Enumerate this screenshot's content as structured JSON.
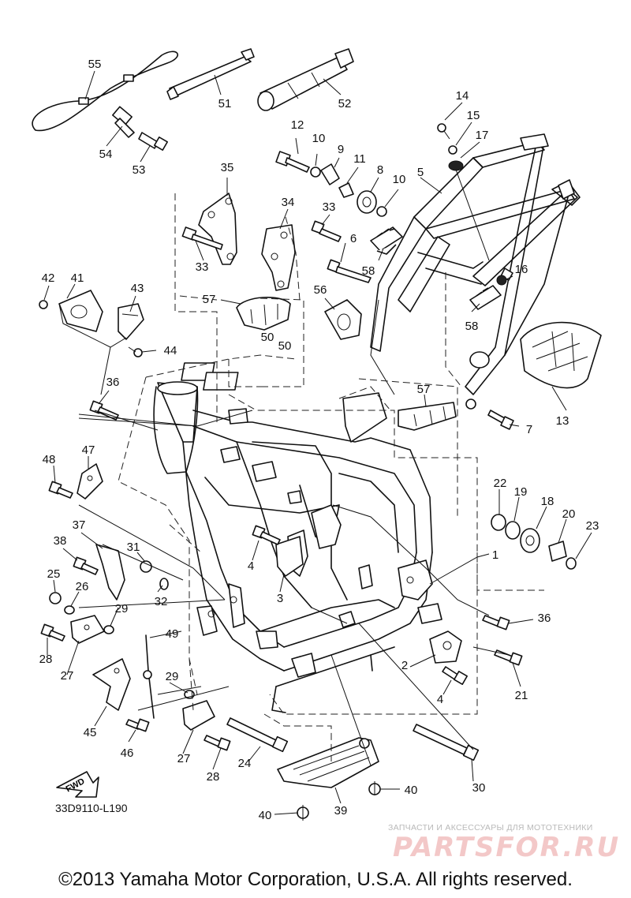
{
  "diagram": {
    "code": "33D9110-L190",
    "fwd_label": "FWD",
    "copyright": "©2013 Yamaha Motor Corporation, U.S.A. All rights reserved.",
    "watermark": {
      "subtitle": "ЗАПЧАСТИ И АКСЕССУАРЫ ДЛЯ МОТОТЕХНИКИ",
      "brand": "PARTSFOR.RU"
    },
    "callouts": [
      "1",
      "2",
      "3",
      "4",
      "4",
      "5",
      "6",
      "7",
      "8",
      "9",
      "10",
      "10",
      "11",
      "12",
      "13",
      "14",
      "15",
      "16",
      "17",
      "18",
      "19",
      "20",
      "21",
      "22",
      "23",
      "24",
      "25",
      "26",
      "27",
      "27",
      "28",
      "28",
      "29",
      "29",
      "30",
      "31",
      "32",
      "33",
      "33",
      "34",
      "35",
      "36",
      "36",
      "37",
      "38",
      "39",
      "40",
      "40",
      "41",
      "42",
      "43",
      "44",
      "45",
      "46",
      "47",
      "48",
      "49",
      "50",
      "50",
      "51",
      "52",
      "53",
      "54",
      "55",
      "56",
      "57",
      "57",
      "58",
      "58"
    ]
  }
}
